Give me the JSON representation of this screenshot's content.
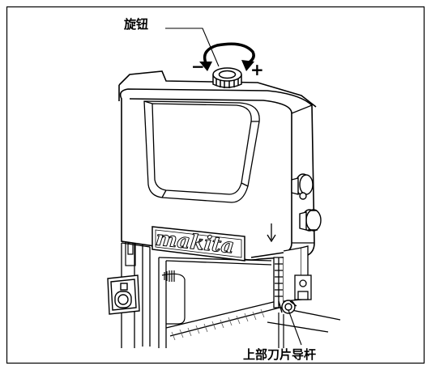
{
  "labels": {
    "knob": "旋钮",
    "upper_blade_guide": "上部刀片导杆",
    "minus": "−",
    "plus": "+"
  },
  "brand": {
    "logo_text": "makita"
  },
  "colors": {
    "line": "#000000",
    "background": "#ffffff",
    "hatch": "#555555"
  }
}
